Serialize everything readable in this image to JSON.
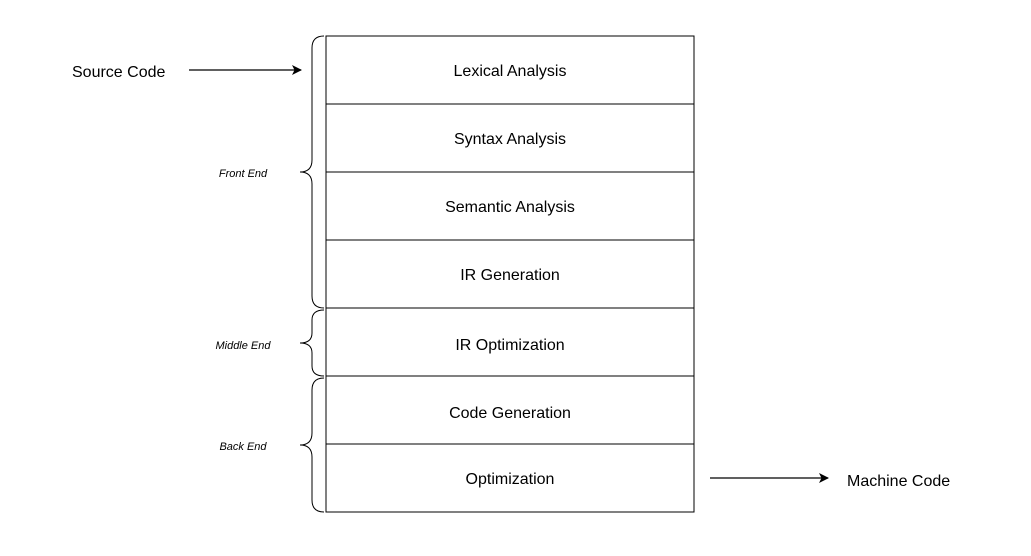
{
  "input_label": "Source Code",
  "output_label": "Machine Code",
  "stages": [
    "Lexical Analysis",
    "Syntax Analysis",
    "Semantic Analysis",
    "IR Generation",
    "IR Optimization",
    "Code Generation",
    "Optimization"
  ],
  "groups": [
    "Front End",
    "Middle End",
    "Back End"
  ]
}
